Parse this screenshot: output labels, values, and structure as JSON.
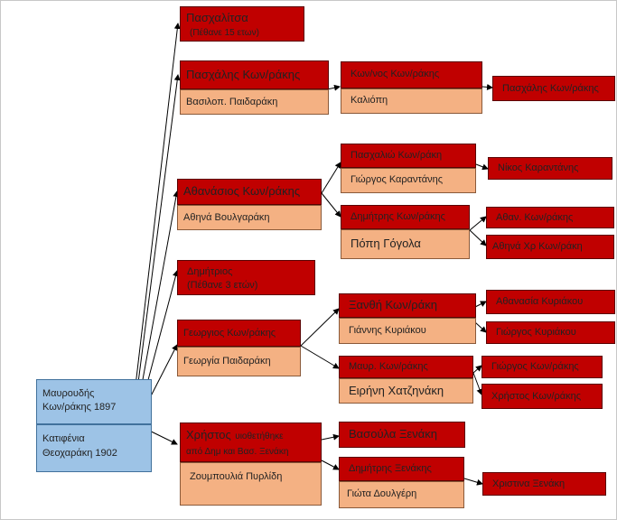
{
  "colors": {
    "red": "#c00000",
    "peach": "#f4b183",
    "blue": "#9dc3e6",
    "line": "#000000"
  },
  "root": {
    "name": "Μαυρουδής Κων/ράκης 1897",
    "line1": "Μαυρουδής",
    "line2": "Κων/ράκης 1897",
    "spouse1": "Κατιφένια",
    "spouse2": "Θεοχαράκη 1902"
  },
  "children": {
    "c1": {
      "name": "Πασχαλίτσα",
      "note": "(Πέθανε 15 ετων)"
    },
    "c2": {
      "name": "Πασχάλης Κων/ράκης",
      "spouse": "Βασιλοπ.  Παιδαράκη"
    },
    "c3": {
      "name": "Αθανάσιος Κων/ράκης",
      "spouse": "Αθηνά Βουλγαράκη"
    },
    "c4": {
      "name": "Δημήτριος",
      "note": "(Πέθανε 3 ετών)"
    },
    "c5": {
      "name": "Γεωργιος Κων/ράκης",
      "spouse": "Γεωργία Παιδαράκη"
    },
    "c6": {
      "name": "Χρήστος",
      "note1": "υιοθετήθηκε",
      "note2": "από Δημ και Βασ. Ξενάκη",
      "spouse": "Ζουμπουλιά Πυρλίδη"
    }
  },
  "grandchildren": {
    "g1": {
      "name": "Κων/νος Κων/ράκης",
      "spouse": "Καλιόπη"
    },
    "g2": {
      "name": "Πασχαλιώ Κων/ράκη",
      "spouse": "Γιώργος Καραντάνης"
    },
    "g3": {
      "name": "Δημήτρης Κων/ράκης",
      "spouse": "Πόπη Γόγολα"
    },
    "g4": {
      "name": "Ξανθή Κων/ράκη",
      "spouse": "Γιάννης  Κυριάκου"
    },
    "g5": {
      "name": "Μαυρ. Κων/ράκης",
      "spouse": "Ειρήνη Χατζηνάκη"
    },
    "g6": {
      "name": "Βασούλα Ξενάκη"
    },
    "g7": {
      "name": "Δημήτρης Ξενάκης",
      "spouse": "Γιώτα Δουλγέρη"
    }
  },
  "great_grandchildren": {
    "gg1": "Πασχάλης Κων/ράκης",
    "gg2": "Νίκος Καραντάνης",
    "gg3": "Αθαν.  Κων/ράκης",
    "gg4": "Αθηνά Χρ Κων/ράκη",
    "gg5": "Αθανασία Κυριάκου",
    "gg6": "Γιώργος Κυριάκου",
    "gg7": "Γιώργος Κων/ράκης",
    "gg8": "Χρήστος Κων/ράκης",
    "gg9": "Χριστινα Ξενάκη"
  }
}
